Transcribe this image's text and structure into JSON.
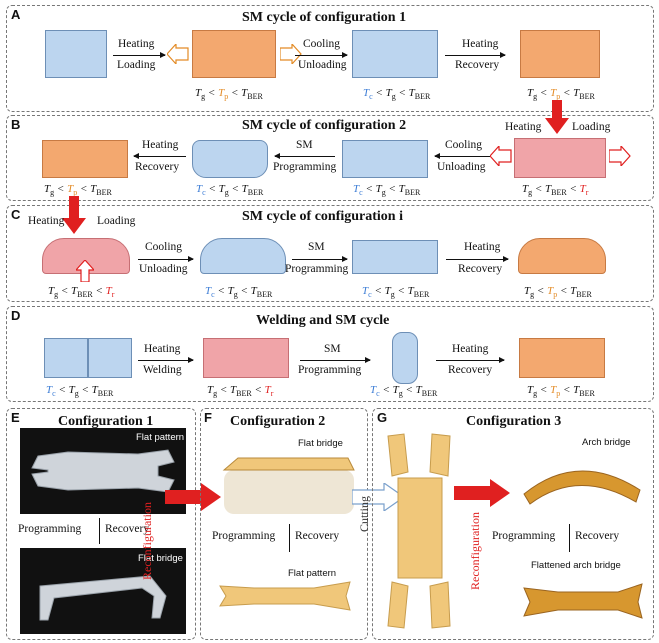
{
  "panels": {
    "A": {
      "label": "A",
      "title": "SM cycle of configuration 1",
      "steps": [
        {
          "top": "Heating",
          "bottom": "Loading"
        },
        {
          "top": "Cooling",
          "bottom": "Unloading"
        },
        {
          "top": "Heating",
          "bottom": "Recovery"
        }
      ],
      "caps": [
        "Tg < Tp < TBER",
        "Tc < Tg < TBER",
        "Tg < Tp < TBER"
      ]
    },
    "B": {
      "label": "B",
      "title": "SM cycle of configuration 2",
      "steps": [
        {
          "top": "Heating",
          "bottom": "Recovery"
        },
        {
          "top": "SM",
          "bottom": "Programming"
        },
        {
          "top": "Cooling",
          "bottom": "Unloading"
        }
      ],
      "side": {
        "left": "Heating",
        "right": "Loading"
      },
      "caps": [
        "Tg < Tp < TBER",
        "Tc < Tg < TBER",
        "Tc < Tg < TBER",
        "Tg < TBER < Tr"
      ]
    },
    "C": {
      "label": "C",
      "title": "SM cycle of configuration i",
      "side": {
        "left": "Heating",
        "right": "Loading"
      },
      "steps": [
        {
          "top": "Cooling",
          "bottom": "Unloading"
        },
        {
          "top": "SM",
          "bottom": "Programming"
        },
        {
          "top": "Heating",
          "bottom": "Recovery"
        }
      ],
      "caps": [
        "Tg < TBER < Tr",
        "Tc < Tg < TBER",
        "Tc < Tg < TBER",
        "Tg < Tp < TBER"
      ]
    },
    "D": {
      "label": "D",
      "title": "Welding and SM cycle",
      "steps": [
        {
          "top": "Heating",
          "bottom": "Welding"
        },
        {
          "top": "SM",
          "bottom": "Programming"
        },
        {
          "top": "Heating",
          "bottom": "Recovery"
        }
      ],
      "caps": [
        "Tc < Tg < TBER",
        "Tg < TBER < Tr",
        "Tc < Tg < TBER",
        "Tg < Tp < TBER"
      ]
    },
    "E": {
      "label": "E",
      "title": "Configuration 1",
      "photo_top": "Flat pattern",
      "photo_bottom": "Flat bridge",
      "left": "Programming",
      "right": "Recovery"
    },
    "F": {
      "label": "F",
      "title": "Configuration 2",
      "photo_top": "Flat bridge",
      "photo_bottom": "Flat pattern",
      "left": "Programming",
      "right": "Recovery"
    },
    "G": {
      "label": "G",
      "title": "Configuration 3",
      "photo_top": "Arch bridge",
      "photo_bottom": "Flattened arch bridge",
      "left": "Programming",
      "right": "Recovery"
    }
  },
  "arrows": {
    "reconfig_1": "Reconfiguration",
    "cutting": "Cutting",
    "reconfig_2": "Reconfiguration"
  },
  "colors": {
    "blue_box": "#bcd5ef",
    "orange_box": "#f3a86f",
    "pink_box": "#f0a4a8",
    "accent_red": "#e02020",
    "tc_blue": "#3a7bd5",
    "tp_orange": "#e38b26"
  }
}
